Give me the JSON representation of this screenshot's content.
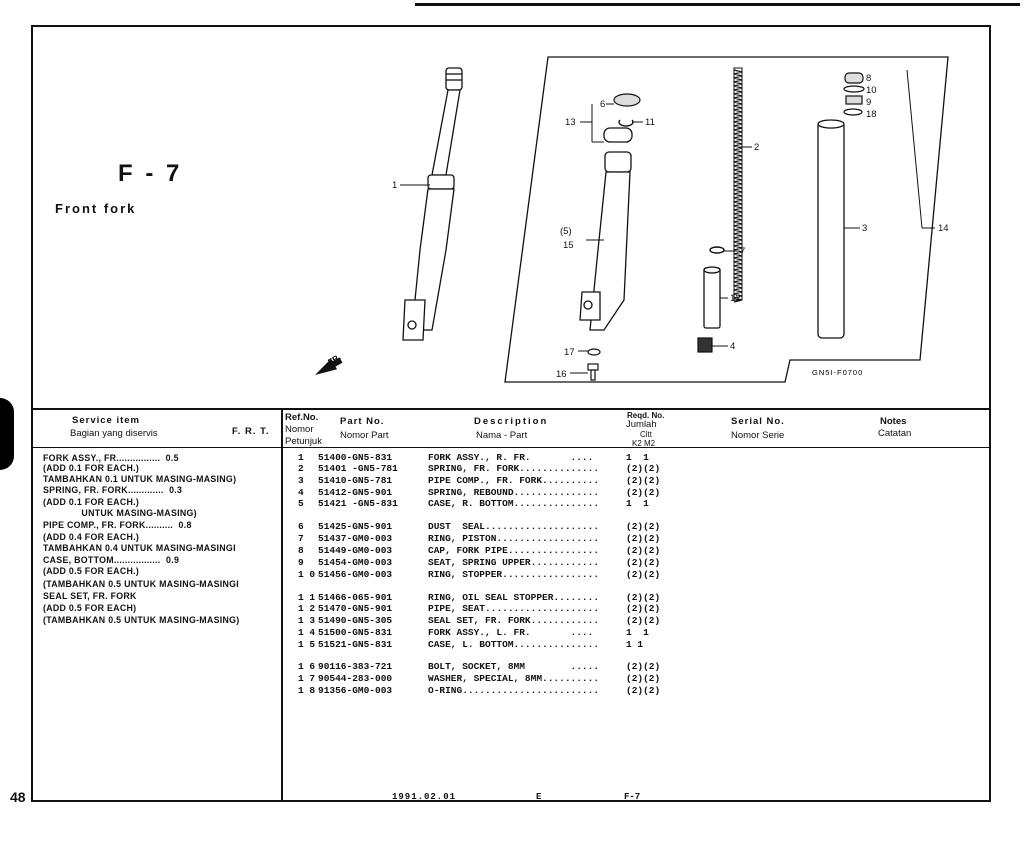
{
  "page": {
    "number": "48",
    "title": "F - 7",
    "subtitle": "Front fork",
    "diagram_code": "GN5I-F0700",
    "arrow_label": "FR."
  },
  "diagram": {
    "callouts": [
      "1",
      "2",
      "3",
      "4",
      "5",
      "6",
      "7",
      "8",
      "9",
      "10",
      "11",
      "12",
      "13",
      "14",
      "15",
      "16",
      "17",
      "18"
    ],
    "callout_5_paren": "(5)"
  },
  "table": {
    "headers": {
      "service_item": "Service   item",
      "service_item_id": "Bagian yang diservis",
      "frt": "F. R. T.",
      "ref_no": "Ref.No.",
      "ref_no_id1": "Nomor",
      "ref_no_id2": "Petunjuk",
      "part_no": "Part  No.",
      "part_no_id": "Nomor Part",
      "description": "Description",
      "description_id": "Nama - Part",
      "reqd_no": "Reqd. No.",
      "reqd_id": "Jumlah",
      "reqd_id2": "Citt",
      "reqd_cols": "K2  M2",
      "serial_no": "Serial  No.",
      "serial_no_id": "Nomor  Serie",
      "notes": "Notes",
      "notes_id": "Catatan"
    },
    "service_lines": [
      "FORK ASSY., FR................  0.5",
      "(ADD 0.1 FOR EACH.)",
      "TAMBAHKAN 0.1 UNTUK MASING-MASING)",
      "SPRING, FR. FORK.............  0.3",
      "(ADD 0.1 FOR EACH.)",
      "              UNTUK MASING-MASING)",
      "PIPE COMP., FR. FORK..........  0.8",
      "(ADD 0.4 FOR EACH.)",
      "TAMBAHKAN 0.4 UNTUK MASING-MASINGI",
      "CASE, BOTTOM.................  0.9",
      "(ADD 0.5 FOR EACH.)",
      "(TAMBAHKAN 0.5 UNTUK MASING-MASINGI",
      "SEAL SET, FR. FORK",
      "(ADD 0.5 FOR EACH)",
      "(TAMBAHKAN 0.5 UNTUK MASING-MASING)"
    ],
    "parts": [
      {
        "ref": "1",
        "part": "51400-GN5-831",
        "desc": "FORK ASSY., R. FR.       ....",
        "qty": "1  1"
      },
      {
        "ref": "2",
        "part": "51401 -GN5-781",
        "desc": "SPRING, FR. FORK..............",
        "qty": "(2)(2)"
      },
      {
        "ref": "3",
        "part": "51410-GN5-781",
        "desc": "PIPE COMP., FR. FORK..........",
        "qty": "(2)(2)"
      },
      {
        "ref": "4",
        "part": "51412-GN5-901",
        "desc": "SPRING, REBOUND...............",
        "qty": "(2)(2)"
      },
      {
        "ref": "5",
        "part": "51421 -GN5-831",
        "desc": "CASE, R. BOTTOM...............",
        "qty": "1  1"
      },
      {
        "ref": "6",
        "part": "51425-GN5-901",
        "desc": "DUST  SEAL....................",
        "qty": "(2)(2)"
      },
      {
        "ref": "7",
        "part": "51437-GM0-003",
        "desc": "RING, PISTON..................",
        "qty": "(2)(2)"
      },
      {
        "ref": "8",
        "part": "51449-GM0-003",
        "desc": "CAP, FORK PIPE................",
        "qty": "(2)(2)"
      },
      {
        "ref": "9",
        "part": "51454-GM0-003",
        "desc": "SEAT, SPRING UPPER............",
        "qty": "(2)(2)"
      },
      {
        "ref": "1 0",
        "part": "51456-GM0-003",
        "desc": "RING, STOPPER.................",
        "qty": "(2)(2)"
      },
      {
        "ref": "1 1",
        "part": "51466-065-901",
        "desc": "RING, OIL SEAL STOPPER........",
        "qty": "(2)(2)"
      },
      {
        "ref": "1 2",
        "part": "51470-GN5-901",
        "desc": "PIPE, SEAT....................",
        "qty": "(2)(2)"
      },
      {
        "ref": "1 3",
        "part": "51490-GN5-305",
        "desc": "SEAL SET, FR. FORK............",
        "qty": "(2)(2)"
      },
      {
        "ref": "1 4",
        "part": "51500-GN5-831",
        "desc": "FORK ASSY., L. FR.       ....",
        "qty": "1  1"
      },
      {
        "ref": "1 5",
        "part": "51521-GN5-831",
        "desc": "CASE, L. BOTTOM...............",
        "qty": "1 1"
      },
      {
        "ref": "1 6",
        "part": "90116-383-721",
        "desc": "BOLT, SOCKET, 8MM        .....",
        "qty": "(2)(2)"
      },
      {
        "ref": "1 7",
        "part": "90544-283-000",
        "desc": "WASHER, SPECIAL, 8MM..........",
        "qty": "(2)(2)"
      },
      {
        "ref": "1 8",
        "part": "91356-GM0-003",
        "desc": "O-RING........................",
        "qty": "(2)(2)"
      }
    ]
  },
  "footer": {
    "date": "1991.02.01",
    "edition": "E",
    "code": "F-7"
  }
}
